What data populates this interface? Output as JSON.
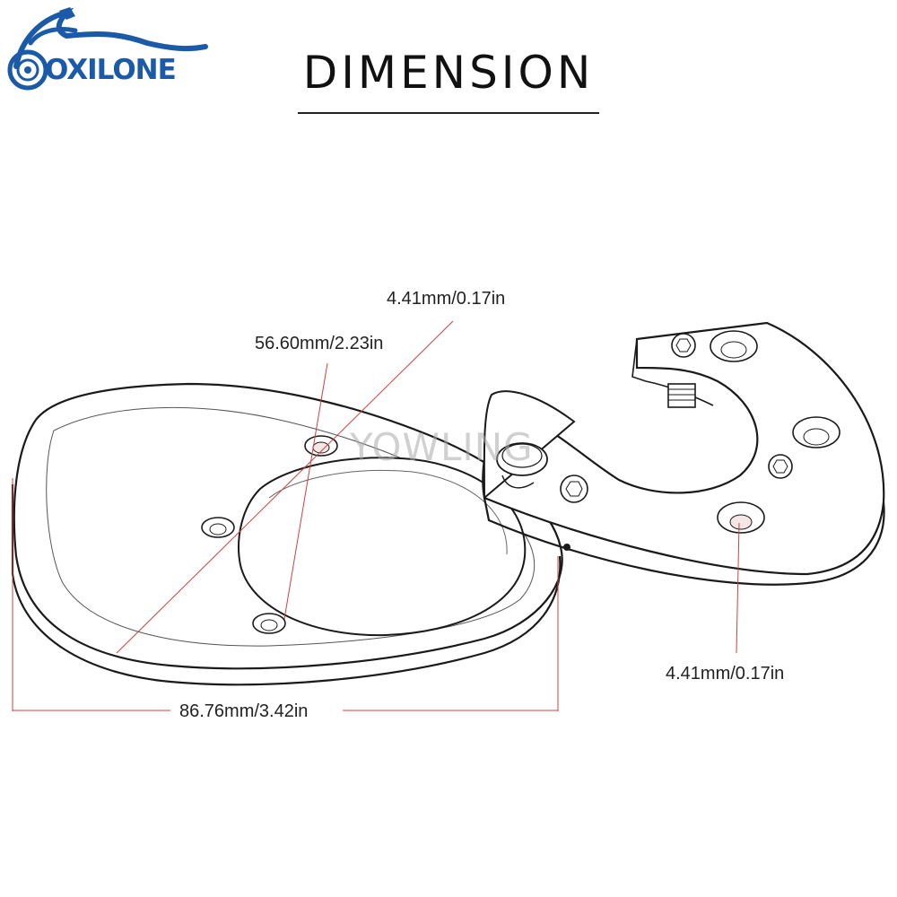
{
  "logo": {
    "text": "OXILONE",
    "icon": "motorcycle-icon",
    "color": "#1a5aa8"
  },
  "title": "DIMENSION",
  "watermark": "YOWLING",
  "dimensions": {
    "top_hole": "4.41mm/0.17in",
    "opening": "56.60mm/2.23in",
    "right_hole": "4.41mm/0.17in",
    "width": "86.76mm/3.42in"
  },
  "colors": {
    "leader_line": "#d04040",
    "outline": "#1a1a1a"
  }
}
